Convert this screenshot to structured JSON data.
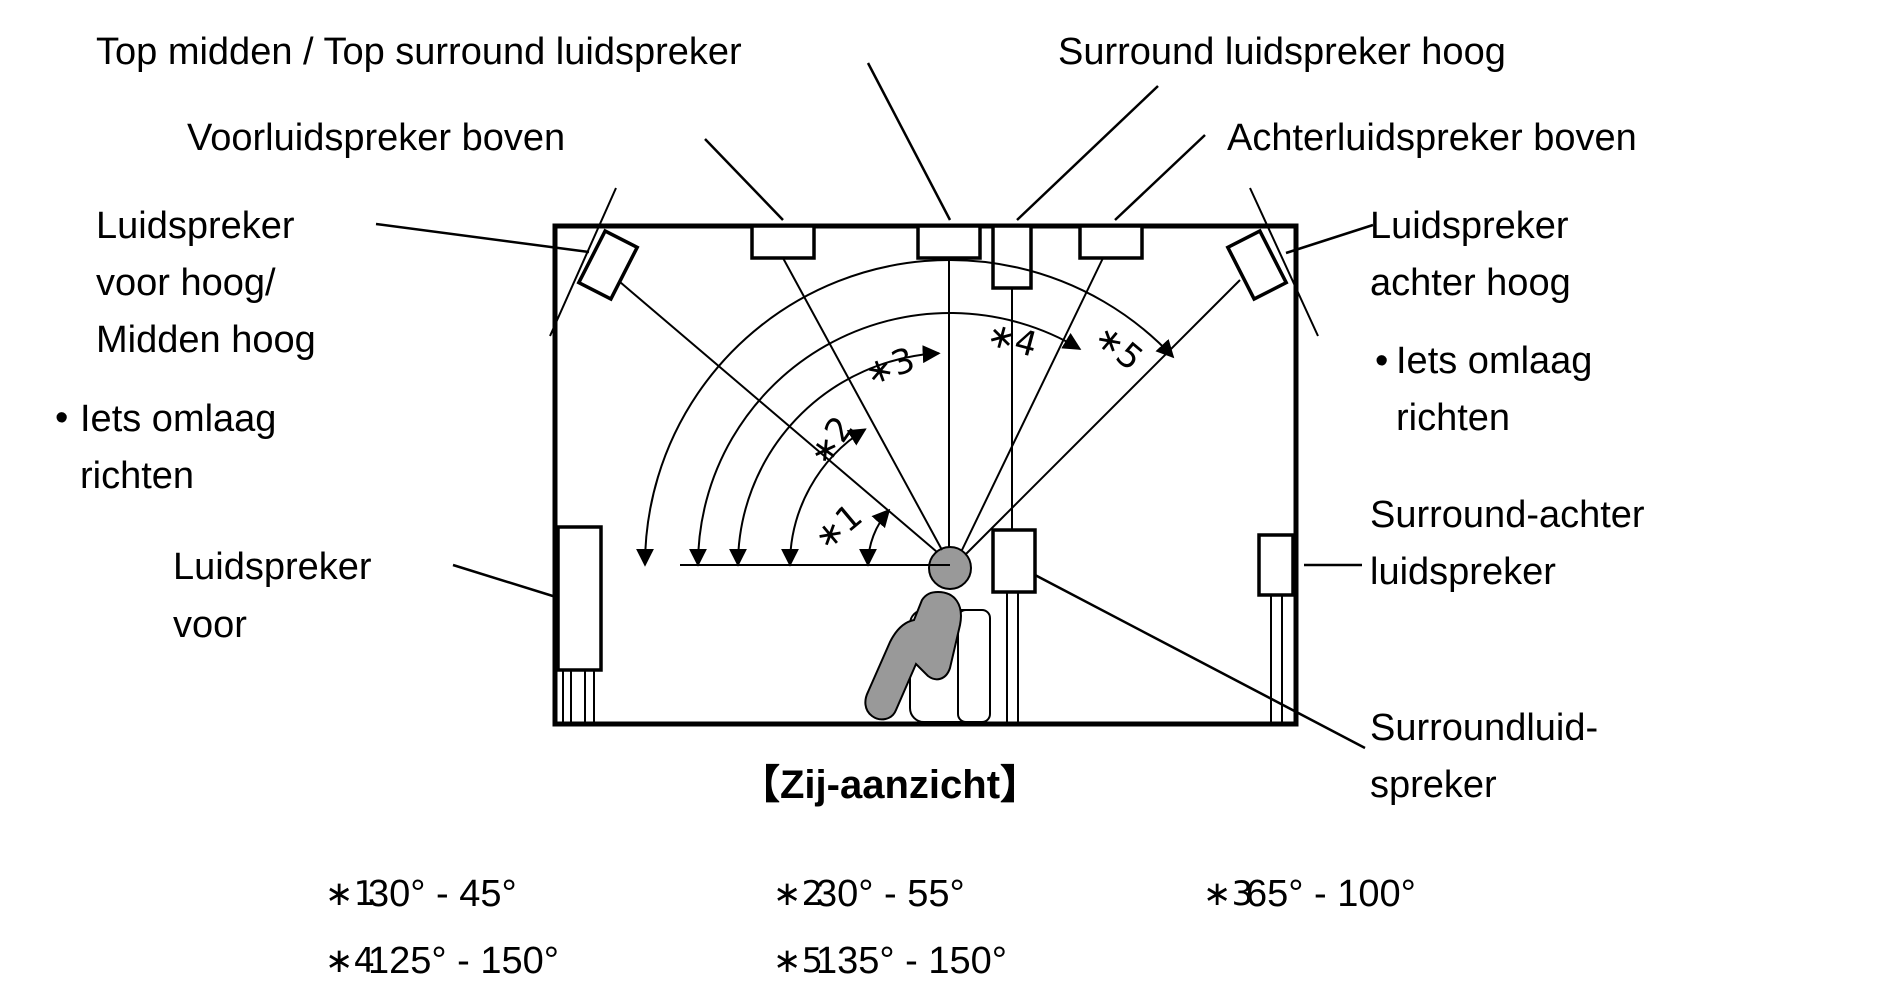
{
  "labels": {
    "top_middle": "Top midden / Top surround luidspreker",
    "surround_height": "Surround luidspreker hoog",
    "front_top": "Voorluidspreker boven",
    "rear_top": "Achterluidspreker boven",
    "front_height_l1": "Luidspreker",
    "front_height_l2": "voor hoog/",
    "front_height_l3": "Midden hoog",
    "front_height_note_l1": "Iets omlaag",
    "front_height_note_l2": "richten",
    "rear_height_l1": "Luidspreker",
    "rear_height_l2": "achter hoog",
    "rear_height_note_l1": "Iets omlaag",
    "rear_height_note_l2": "richten",
    "front_l1": "Luidspreker",
    "front_l2": "voor",
    "surround_back_l1": "Surround-achter",
    "surround_back_l2": "luidspreker",
    "surround_l1": "Surroundluid-",
    "surround_l2": "spreker",
    "bullet": "•"
  },
  "title": "【Zij-aanzicht】",
  "angle_markers": [
    "∗1",
    "∗2",
    "∗3",
    "∗4",
    "∗5"
  ],
  "angle_notes": [
    {
      "marker": "∗1",
      "text": "30° - 45°"
    },
    {
      "marker": "∗2",
      "text": "30° - 55°"
    },
    {
      "marker": "∗3",
      "text": "65° - 100°"
    },
    {
      "marker": "∗4",
      "text": "125° - 150°"
    },
    {
      "marker": "∗5",
      "text": "135° - 150°"
    }
  ]
}
